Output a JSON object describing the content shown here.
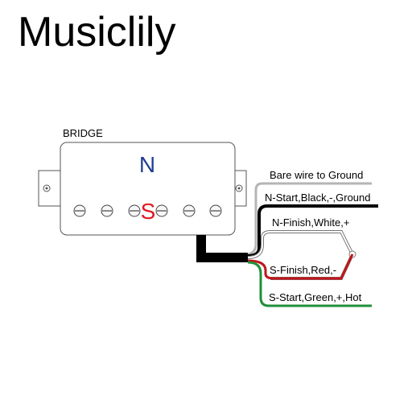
{
  "brand": "Musiclily",
  "pickup": {
    "position_label": "BRIDGE",
    "north_label": "N",
    "south_label": "S",
    "north_color": "#1f3f8f",
    "south_color": "#e0191f"
  },
  "wires": [
    {
      "id": "bare",
      "label": "Bare wire to Ground",
      "color": "#b5b5b5"
    },
    {
      "id": "n-start",
      "label": "N-Start,Black,-,Ground",
      "color": "#000000"
    },
    {
      "id": "n-finish",
      "label": "N-Finish,White,+",
      "color": "#ffffff"
    },
    {
      "id": "s-finish",
      "label": "S-Finish,Red,-",
      "color": "#c1151b"
    },
    {
      "id": "s-start",
      "label": "S-Start,Green,+,Hot",
      "color": "#1f8f3a"
    }
  ]
}
